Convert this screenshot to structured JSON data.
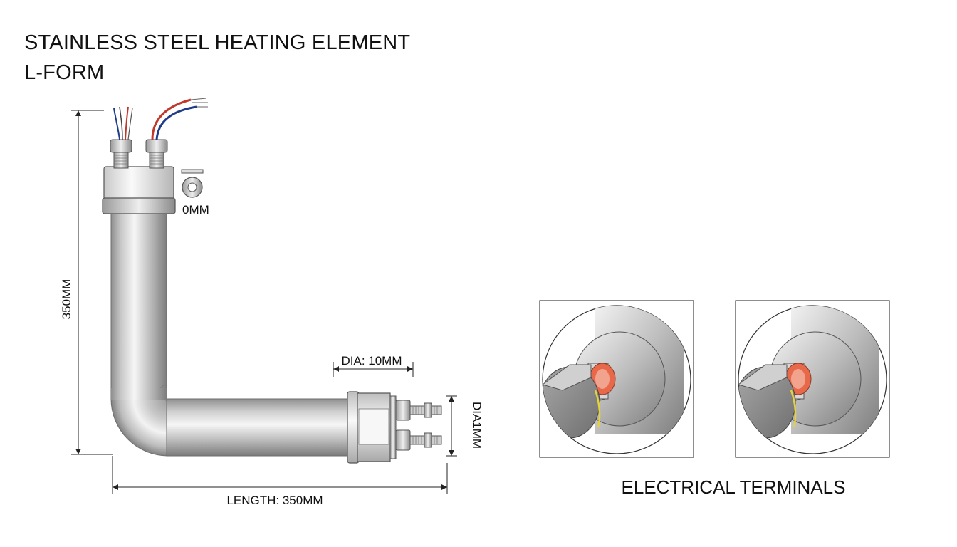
{
  "title": {
    "line1": "STAINLESS STEEL HEATING ELEMENT",
    "line2": "L-FORM"
  },
  "dimensions": {
    "height_label": "350MM",
    "length_label": "LENGTH: 350MM",
    "diameter_label": "DIA: 10MM",
    "terminal_dia_label": "DIA1MM",
    "washer_label": "0MM"
  },
  "details": {
    "caption": "ELECTRICAL TERMINALS"
  },
  "colors": {
    "steel_light": "#f2f2f2",
    "steel_dark": "#8a8a8a",
    "wire_red": "#c0392b",
    "wire_blue": "#1f3c88",
    "terminal_orange": "#e8694a",
    "wire_yellow": "#e6d23a"
  }
}
